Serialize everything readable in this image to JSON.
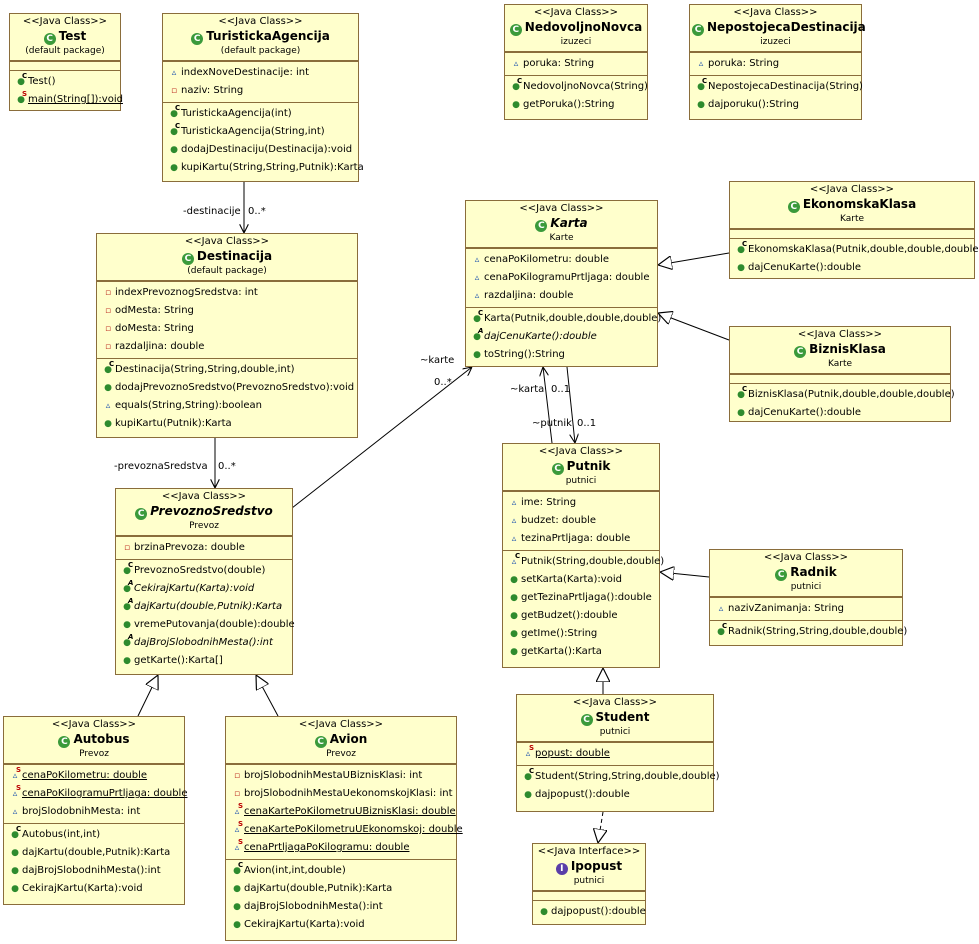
{
  "classes": {
    "test": {
      "stereotype": "<<Java Class>>",
      "name": "Test",
      "package": "(default package)",
      "attributes": [],
      "operations": [
        {
          "vis": "pub",
          "mod": "C",
          "text": "Test()"
        },
        {
          "vis": "pub",
          "mod": "S",
          "text": "main(String[]):void",
          "static": true
        }
      ]
    },
    "turisticka": {
      "stereotype": "<<Java Class>>",
      "name": "TuristickaAgencija",
      "package": "(default package)",
      "attributes": [
        {
          "vis": "pkg",
          "text": "indexNoveDestinacije: int"
        },
        {
          "vis": "priv",
          "text": "naziv: String"
        }
      ],
      "operations": [
        {
          "vis": "pub",
          "mod": "C",
          "text": "TuristickaAgencija(int)"
        },
        {
          "vis": "pub",
          "mod": "C",
          "text": "TuristickaAgencija(String,int)"
        },
        {
          "vis": "pub",
          "text": "dodajDestinaciju(Destinacija):void"
        },
        {
          "vis": "pub",
          "text": "kupiKartu(String,String,Putnik):Karta"
        }
      ]
    },
    "nedovoljno": {
      "stereotype": "<<Java Class>>",
      "name": "NedovoljnoNovca",
      "package": "izuzeci",
      "attributes": [
        {
          "vis": "pkg",
          "text": "poruka: String"
        }
      ],
      "operations": [
        {
          "vis": "pub",
          "mod": "C",
          "text": "NedovoljnoNovca(String)"
        },
        {
          "vis": "pub",
          "text": "getPoruka():String"
        }
      ]
    },
    "nepostojeca": {
      "stereotype": "<<Java Class>>",
      "name": "NepostojecaDestinacija",
      "package": "izuzeci",
      "attributes": [
        {
          "vis": "pkg",
          "text": "poruka: String"
        }
      ],
      "operations": [
        {
          "vis": "pub",
          "mod": "C",
          "text": "NepostojecaDestinacija(String)"
        },
        {
          "vis": "pub",
          "text": "dajporuku():String"
        }
      ]
    },
    "destinacija": {
      "stereotype": "<<Java Class>>",
      "name": "Destinacija",
      "package": "(default package)",
      "attributes": [
        {
          "vis": "priv",
          "text": "indexPrevoznogSredstva: int"
        },
        {
          "vis": "priv",
          "text": "odMesta: String"
        },
        {
          "vis": "priv",
          "text": "doMesta: String"
        },
        {
          "vis": "priv",
          "text": "razdaljina: double"
        }
      ],
      "operations": [
        {
          "vis": "pub",
          "mod": "C",
          "text": "Destinacija(String,String,double,int)"
        },
        {
          "vis": "pub",
          "text": "dodajPrevoznoSredstvo(PrevoznoSredstvo):void"
        },
        {
          "vis": "pkg",
          "text": "equals(String,String):boolean"
        },
        {
          "vis": "pub",
          "text": "kupiKartu(Putnik):Karta"
        }
      ]
    },
    "karta": {
      "stereotype": "<<Java Class>>",
      "name": "Karta",
      "package": "Karte",
      "abstract": true,
      "attributes": [
        {
          "vis": "pkg",
          "text": "cenaPoKilometru: double"
        },
        {
          "vis": "pkg",
          "text": "cenaPoKilogramuPrtljaga: double"
        },
        {
          "vis": "pkg",
          "text": "razdaljina: double"
        }
      ],
      "operations": [
        {
          "vis": "pub",
          "mod": "C",
          "text": "Karta(Putnik,double,double,double)"
        },
        {
          "vis": "pub",
          "mod": "A",
          "text": "dajCenuKarte():double",
          "italic": true
        },
        {
          "vis": "pub",
          "text": "toString():String"
        }
      ]
    },
    "ekonomska": {
      "stereotype": "<<Java Class>>",
      "name": "EkonomskaKlasa",
      "package": "Karte",
      "attributes": [],
      "operations": [
        {
          "vis": "pub",
          "mod": "C",
          "text": "EkonomskaKlasa(Putnik,double,double,double)"
        },
        {
          "vis": "pub",
          "text": "dajCenuKarte():double"
        }
      ]
    },
    "biznis": {
      "stereotype": "<<Java Class>>",
      "name": "BiznisKlasa",
      "package": "Karte",
      "attributes": [],
      "operations": [
        {
          "vis": "pub",
          "mod": "C",
          "text": "BiznisKlasa(Putnik,double,double,double)"
        },
        {
          "vis": "pub",
          "text": "dajCenuKarte():double"
        }
      ]
    },
    "putnik": {
      "stereotype": "<<Java Class>>",
      "name": "Putnik",
      "package": "putnici",
      "attributes": [
        {
          "vis": "pkg",
          "text": "ime: String"
        },
        {
          "vis": "pkg",
          "text": "budzet: double"
        },
        {
          "vis": "pkg",
          "text": "tezinaPrtljaga: double"
        }
      ],
      "operations": [
        {
          "vis": "pkg",
          "mod": "C",
          "text": "Putnik(String,double,double)"
        },
        {
          "vis": "pub",
          "text": "setKarta(Karta):void"
        },
        {
          "vis": "pub",
          "text": "getTezinaPrtljaga():double"
        },
        {
          "vis": "pub",
          "text": "getBudzet():double"
        },
        {
          "vis": "pub",
          "text": "getIme():String"
        },
        {
          "vis": "pub",
          "text": "getKarta():Karta"
        }
      ]
    },
    "prevozno": {
      "stereotype": "<<Java Class>>",
      "name": "PrevoznoSredstvo",
      "package": "Prevoz",
      "abstract": true,
      "attributes": [
        {
          "vis": "priv",
          "text": "brzinaPrevoza: double"
        }
      ],
      "operations": [
        {
          "vis": "pub",
          "mod": "C",
          "text": "PrevoznoSredstvo(double)"
        },
        {
          "vis": "pub",
          "mod": "A",
          "text": "CekirajKartu(Karta):void",
          "italic": true
        },
        {
          "vis": "pub",
          "mod": "A",
          "text": "dajKartu(double,Putnik):Karta",
          "italic": true
        },
        {
          "vis": "pub",
          "text": "vremePutovanja(double):double"
        },
        {
          "vis": "pub",
          "mod": "A",
          "text": "dajBrojSlobodnihMesta():int",
          "italic": true
        },
        {
          "vis": "pub",
          "text": "getKarte():Karta[]"
        }
      ]
    },
    "radnik": {
      "stereotype": "<<Java Class>>",
      "name": "Radnik",
      "package": "putnici",
      "attributes": [
        {
          "vis": "pkg",
          "text": "nazivZanimanja: String"
        }
      ],
      "operations": [
        {
          "vis": "pub",
          "mod": "C",
          "text": "Radnik(String,String,double,double)"
        }
      ]
    },
    "student": {
      "stereotype": "<<Java Class>>",
      "name": "Student",
      "package": "putnici",
      "attributes": [
        {
          "vis": "pkg",
          "mod": "S",
          "text": "popust: double",
          "static": true
        }
      ],
      "operations": [
        {
          "vis": "pub",
          "mod": "C",
          "text": "Student(String,String,double,double)"
        },
        {
          "vis": "pub",
          "text": "dajpopust():double"
        }
      ]
    },
    "autobus": {
      "stereotype": "<<Java Class>>",
      "name": "Autobus",
      "package": "Prevoz",
      "attributes": [
        {
          "vis": "pkg",
          "mod": "S",
          "text": "cenaPoKilometru: double",
          "static": true
        },
        {
          "vis": "pkg",
          "mod": "S",
          "text": "cenaPoKilogramuPrtljaga: double",
          "static": true
        },
        {
          "vis": "pkg",
          "text": "brojSlodobnihMesta: int"
        }
      ],
      "operations": [
        {
          "vis": "pub",
          "mod": "C",
          "text": "Autobus(int,int)"
        },
        {
          "vis": "pub",
          "text": "dajKartu(double,Putnik):Karta"
        },
        {
          "vis": "pub",
          "text": "dajBrojSlobodnihMesta():int"
        },
        {
          "vis": "pub",
          "text": "CekirajKartu(Karta):void"
        }
      ]
    },
    "avion": {
      "stereotype": "<<Java Class>>",
      "name": "Avion",
      "package": "Prevoz",
      "attributes": [
        {
          "vis": "priv",
          "text": "brojSlobodnihMestaUBiznisKlasi: int"
        },
        {
          "vis": "priv",
          "text": "brojSlobodnihMestaUekonomskojKlasi: int"
        },
        {
          "vis": "pkg",
          "mod": "S",
          "text": "cenaKartePoKilometruUBiznisKlasi: double",
          "static": true
        },
        {
          "vis": "pkg",
          "mod": "S",
          "text": "cenaKartePoKilometruUEkonomskoj: double",
          "static": true
        },
        {
          "vis": "pkg",
          "mod": "S",
          "text": "cenaPrtljagaPoKilogramu: double",
          "static": true
        }
      ],
      "operations": [
        {
          "vis": "pub",
          "mod": "C",
          "text": "Avion(int,int,double)"
        },
        {
          "vis": "pub",
          "text": "dajKartu(double,Putnik):Karta"
        },
        {
          "vis": "pub",
          "text": "dajBrojSlobodnihMesta():int"
        },
        {
          "vis": "pub",
          "text": "CekirajKartu(Karta):void"
        }
      ]
    },
    "ipopust": {
      "stereotype": "<<Java Interface>>",
      "name": "Ipopust",
      "package": "putnici",
      "interface": true,
      "attributes": [],
      "operations": [
        {
          "vis": "pub",
          "text": "dajpopust():double"
        }
      ]
    }
  },
  "labels": {
    "destinacija_role": "-destinacije",
    "destinacija_mult": "0..*",
    "prevozna_role": "-prevoznaSredstva",
    "prevozna_mult": "0..*",
    "karte_role": "~karte",
    "karte_mult": "0..*",
    "karta_role": "~karta",
    "karta_mult": "0..1",
    "putnik_role": "~putnik",
    "putnik_mult": "0..1"
  },
  "colors": {
    "box_fill": "#ffffcc",
    "box_border": "#8a6d3b",
    "class_icon": "#3b9a3b",
    "interface_icon": "#5a3ea8"
  }
}
